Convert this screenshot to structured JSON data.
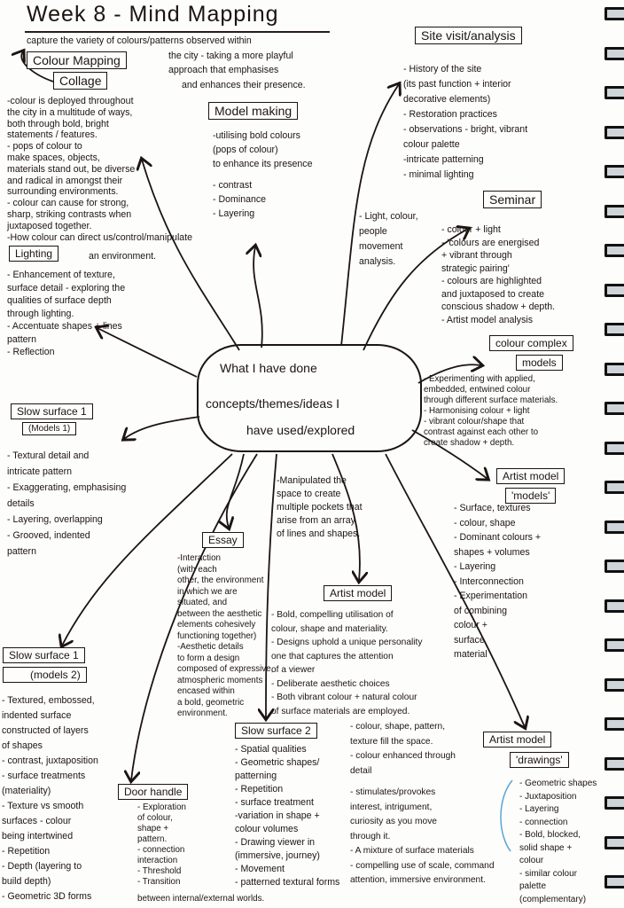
{
  "title": "Week 8 - Mind Mapping",
  "intro": [
    "capture the variety of colours/patterns observed within",
    "the city - taking a more playful",
    "approach that emphasises",
    "and enhances their presence."
  ],
  "center": [
    "What I have done",
    "concepts/themes/ideas I",
    "have used/explored"
  ],
  "nodes": {
    "colour_mapping": {
      "headings": [
        "Colour Mapping",
        "Collage"
      ],
      "lines": [
        "-colour is deployed throughout",
        "the city in a multitude of ways,",
        "both through bold, bright",
        "statements / features.",
        "- pops of colour to",
        "make spaces, objects,",
        "materials stand out, be diverse",
        "and radical in amongst their",
        "surrounding environments.",
        "- colour can cause for strong,",
        "sharp, striking contrasts when",
        "juxtaposed together.",
        "-How colour can direct us/control/manipulate"
      ]
    },
    "lighting": {
      "headings": [
        "Lighting"
      ],
      "extra": "an environment.",
      "lines": [
        "- Enhancement of texture,",
        "surface detail - exploring the",
        "qualities of surface depth",
        "through lighting.",
        "- Accentuate shapes + lines",
        "pattern",
        "- Reflection"
      ]
    },
    "model_making": {
      "headings": [
        "Model making"
      ],
      "lines": [
        "-utilising bold colours",
        "(pops of colour)",
        "to enhance its presence",
        "",
        "- contrast",
        "- Dominance",
        "- Layering"
      ]
    },
    "site_visit": {
      "headings": [
        "Site visit/analysis"
      ],
      "lines": [
        "- History of the site",
        "(its past function + interior",
        "decorative elements)",
        "- Restoration practices",
        "- observations - bright, vibrant",
        "colour palette",
        "-intricate patterning",
        "- minimal lighting"
      ]
    },
    "people": {
      "lines": [
        "- Light, colour,",
        "people",
        "movement",
        "analysis."
      ]
    },
    "seminar": {
      "headings": [
        "Seminar"
      ],
      "lines": [
        "- colour + light",
        "- 'colours are energised",
        "+ vibrant through",
        "strategic pairing'",
        "- colours are highlighted",
        "and juxtaposed to create",
        "conscious shadow + depth.",
        "- Artist model analysis"
      ]
    },
    "colour_complex": {
      "headings": [
        "colour complex",
        "models"
      ],
      "lines": [
        "- Experimenting with applied,",
        "embedded, entwined colour",
        "through different surface materials.",
        "- Harmonising colour + light",
        "- vibrant colour/shape that",
        "contrast against each other to",
        "create shadow + depth."
      ]
    },
    "slow_surface_1a": {
      "headings": [
        "Slow surface 1",
        "(Models 1)"
      ],
      "lines": [
        "- Textural detail and",
        "intricate pattern",
        "- Exaggerating, emphasising",
        "details",
        "- Layering, overlapping",
        "- Grooved, indented",
        "pattern"
      ]
    },
    "manipulated": {
      "lines": [
        "-Manipulated the",
        "space to create",
        "multiple pockets that",
        "arise from an array",
        "of lines and shapes."
      ]
    },
    "artist_model_models": {
      "headings": [
        "Artist model",
        "'models'"
      ],
      "lines": [
        "- Surface, textures",
        "- colour, shape",
        "- Dominant colours +",
        "shapes + volumes",
        "- Layering",
        "- Interconnection",
        "- Experimentation",
        "of combining",
        "colour +",
        "surface",
        "material"
      ]
    },
    "essay": {
      "headings": [
        "Essay"
      ],
      "lines": [
        "-Interaction",
        "(with each",
        "other, the environment",
        "in which we are",
        "situated, and",
        "between the aesthetic",
        "elements cohesively",
        "functioning together)",
        "-Aesthetic details",
        "to form a design",
        "composed of expressive,",
        "atmospheric moments",
        "encased within",
        "a bold, geometric",
        "environment."
      ]
    },
    "artist_model": {
      "headings": [
        "Artist model"
      ],
      "lines": [
        "- Bold, compelling utilisation of",
        "colour, shape and materiality.",
        "- Designs uphold a unique personality",
        "one that captures the attention",
        "of a viewer",
        "- Deliberate aesthetic choices",
        "- Both vibrant colour + natural colour",
        "of surface materials are employed."
      ]
    },
    "slow_surface_1b": {
      "headings": [
        "Slow surface 1",
        "(models 2)"
      ],
      "lines": [
        "- Textured, embossed,",
        "indented surface",
        "constructed of layers",
        "of shapes",
        "- contrast, juxtaposition",
        "- surface treatments",
        "(materiality)",
        "- Texture vs smooth",
        "surfaces - colour",
        "being intertwined",
        "- Repetition",
        "- Depth (layering to",
        "build depth)",
        "- Geometric 3D forms"
      ]
    },
    "slow_surface_2": {
      "headings": [
        "Slow surface 2"
      ],
      "lines": [
        "- Spatial qualities",
        "- Geometric shapes/",
        "patterning",
        "- Repetition",
        "- surface treatment",
        "-variation in shape +",
        "colour volumes",
        "- Drawing viewer in",
        "(immersive, journey)",
        "- Movement",
        "- patterned textural forms"
      ]
    },
    "door_handle": {
      "headings": [
        "Door handle"
      ],
      "lines": [
        "- Exploration",
        "of colour,",
        "shape +",
        "pattern.",
        "- connection",
        "interaction",
        "- Threshold",
        "- Transition",
        "between internal/external worlds."
      ]
    },
    "middle_column": {
      "lines": [
        "- colour, shape, pattern,",
        "texture fill the space.",
        "- colour enhanced through",
        "detail",
        "",
        "- stimulates/provokes",
        "interest, intrigument,",
        "curiosity as you move",
        "through it.",
        "- A mixture of surface materials",
        "- compelling use of scale, command",
        "attention, immersive environment."
      ]
    },
    "artist_model_drawings": {
      "headings": [
        "Artist model",
        "'drawings'"
      ],
      "lines": [
        "- Geometric shapes",
        "- Juxtaposition",
        "- Layering",
        "- connection",
        "- Bold, blocked,",
        "solid shape +",
        "colour",
        "- similar colour",
        "palette",
        "(complementary)"
      ]
    }
  },
  "colors": {
    "ink": "#1c1410",
    "highlight_underline": "#5aa5d6",
    "binding": "#111111"
  }
}
